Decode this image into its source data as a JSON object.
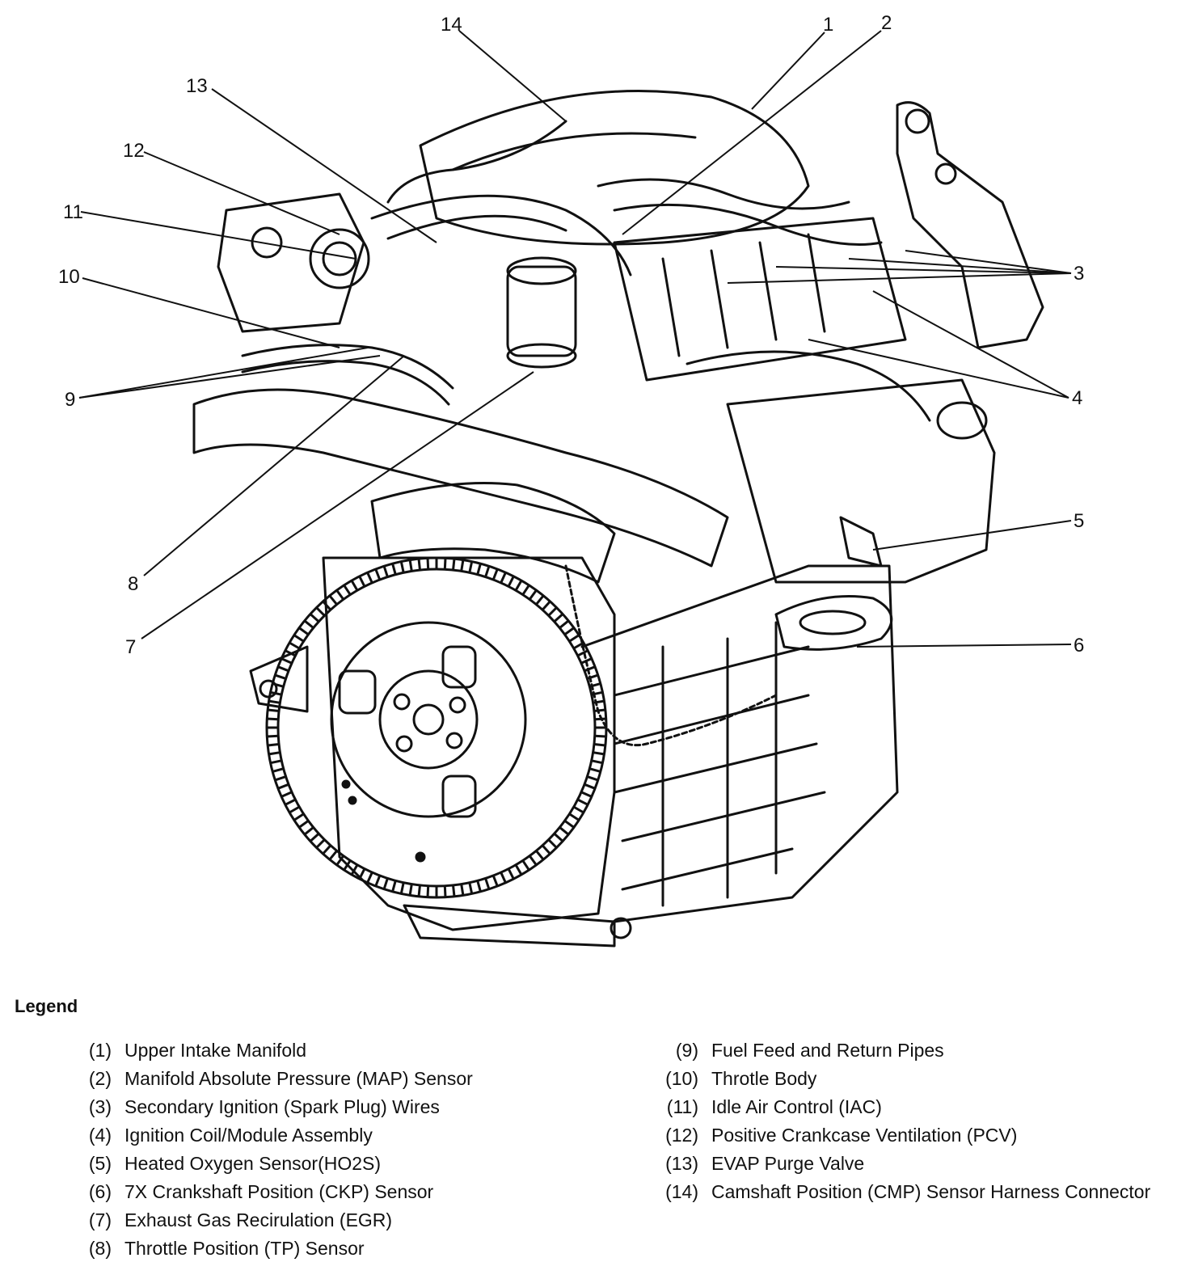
{
  "callouts": [
    "1",
    "2",
    "3",
    "4",
    "5",
    "6",
    "7",
    "8",
    "9",
    "10",
    "11",
    "12",
    "13",
    "14"
  ],
  "legend": {
    "title": "Legend",
    "left": [
      {
        "num": "(1)",
        "text": "Upper Intake Manifold"
      },
      {
        "num": "(2)",
        "text": "Manifold Absolute Pressure (MAP) Sensor"
      },
      {
        "num": "(3)",
        "text": "Secondary Ignition (Spark Plug) Wires"
      },
      {
        "num": "(4)",
        "text": "Ignition Coil/Module Assembly"
      },
      {
        "num": "(5)",
        "text": "Heated Oxygen Sensor(HO2S)"
      },
      {
        "num": "(6)",
        "text": "7X Crankshaft Position (CKP) Sensor"
      },
      {
        "num": "(7)",
        "text": "Exhaust Gas Recirulation (EGR)"
      },
      {
        "num": "(8)",
        "text": "Throttle Position (TP) Sensor"
      }
    ],
    "right": [
      {
        "num": "(9)",
        "text": "Fuel Feed and Return Pipes"
      },
      {
        "num": "(10)",
        "text": "Throtle Body"
      },
      {
        "num": "(11)",
        "text": "Idle Air Control (IAC)"
      },
      {
        "num": "(12)",
        "text": "Positive Crankcase Ventilation (PCV)"
      },
      {
        "num": "(13)",
        "text": "EVAP Purge Valve"
      },
      {
        "num": "(14)",
        "text": "Camshaft Position (CMP) Sensor Harness Connector"
      }
    ]
  }
}
